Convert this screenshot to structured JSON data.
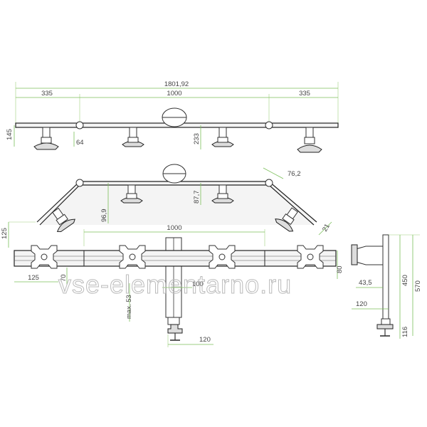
{
  "watermark": "vse-elementarno.ru",
  "top_view": {
    "overall_width": "1801,92",
    "left_span": "335",
    "center_span": "1000",
    "right_span": "335",
    "height_left": "145",
    "offset_small": "64",
    "height_right": "233"
  },
  "angled_view": {
    "end_angle_top": "76,2",
    "depth_center": "87,7",
    "depth_left": "96,9",
    "end_angle_side": "21"
  },
  "front_view": {
    "top_height": "125",
    "center_span": "1000",
    "left_offset": "125",
    "plate_offset": "70",
    "rail_height": "80",
    "clamp_max": "max. 53",
    "pole_width": "100",
    "base_width": "120"
  },
  "side_view": {
    "upper_height": "450",
    "total_height": "570",
    "arm_depth": "43,5",
    "base_depth": "120",
    "clamp_height": "116"
  }
}
